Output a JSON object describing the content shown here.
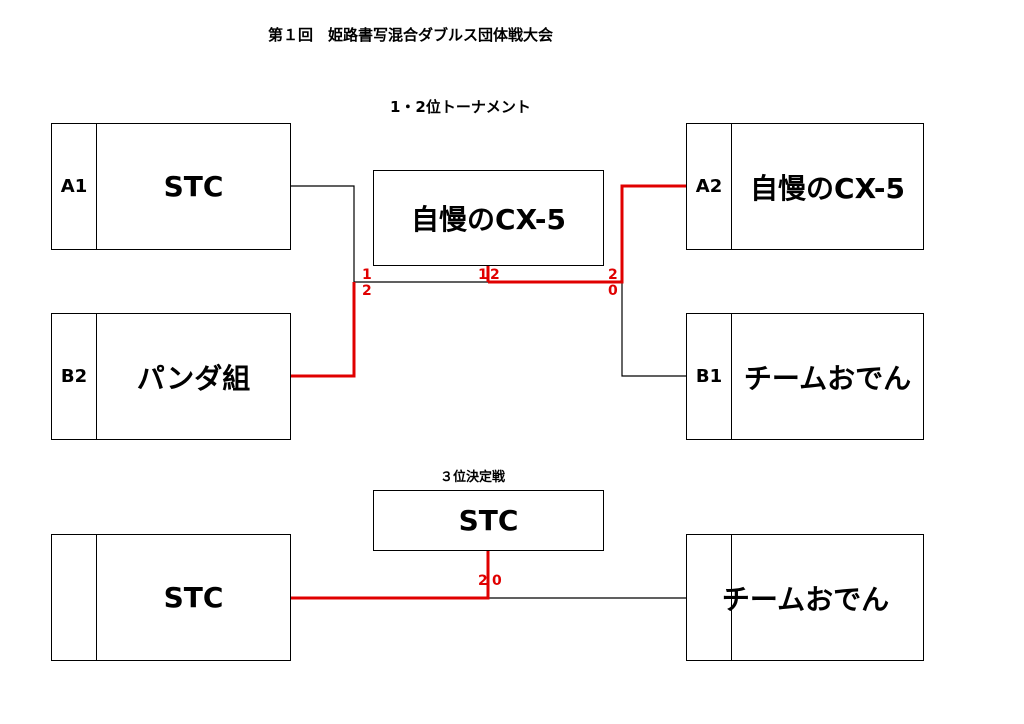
{
  "title": "第１回　姫路書写混合ダブルス団体戦大会",
  "bracket12": {
    "title": "1・2位トーナメント",
    "teams": {
      "a1": {
        "seed": "A1",
        "name": "STC"
      },
      "b2": {
        "seed": "B2",
        "name": "パンダ組"
      },
      "a2": {
        "seed": "A2",
        "name": "自慢のCX-5"
      },
      "b1": {
        "seed": "B1",
        "name": "チームおでん"
      }
    },
    "winner": "自慢のCX-5",
    "scores": {
      "left_top": "1",
      "left_bottom": "2",
      "final_left": "1",
      "final_right": "2",
      "right_top": "2",
      "right_bottom": "0"
    }
  },
  "bracket3": {
    "title": "３位決定戦",
    "teams": {
      "left": {
        "seed": "",
        "name": "STC"
      },
      "right": {
        "seed": "",
        "name": "チームおでん"
      }
    },
    "winner": "STC",
    "scores": {
      "left": "2",
      "right": "0"
    }
  },
  "colors": {
    "win_line": "#e00000",
    "line": "#000000"
  }
}
